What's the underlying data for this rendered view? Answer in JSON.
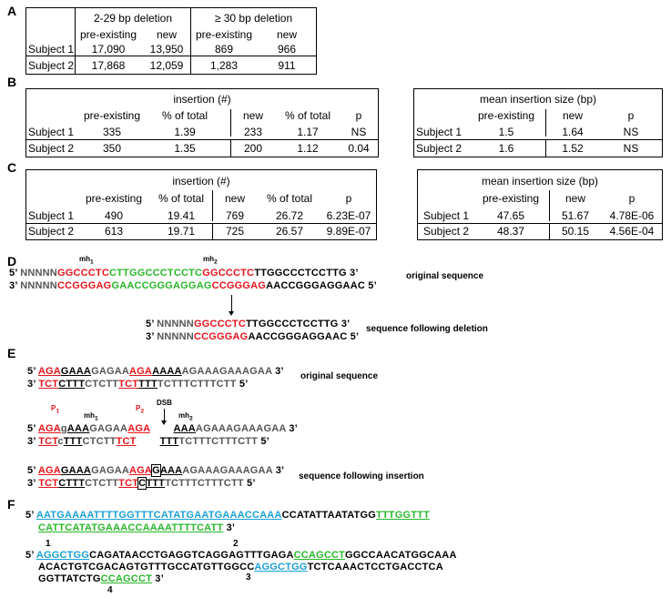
{
  "panels": {
    "A": "A",
    "B": "B",
    "C": "C",
    "D": "D",
    "E": "E",
    "F": "F"
  },
  "tableA": {
    "h1": "2-29 bp deletion",
    "h2": "≥ 30 bp deletion",
    "cols": [
      "pre-existing",
      "new",
      "pre-existing",
      "new"
    ],
    "rows": [
      {
        "label": "Subject 1",
        "v": [
          "17,090",
          "13,950",
          "869",
          "966"
        ]
      },
      {
        "label": "Subject 2",
        "v": [
          "17,868",
          "12,059",
          "1,283",
          "911"
        ]
      }
    ]
  },
  "tableB": {
    "title": "insertion (#)",
    "cols": [
      "pre-existing",
      "% of total",
      "new",
      "% of total",
      "p"
    ],
    "rows": [
      {
        "label": "Subject 1",
        "v": [
          "335",
          "1.39",
          "233",
          "1.17",
          "NS"
        ]
      },
      {
        "label": "Subject 2",
        "v": [
          "350",
          "1.35",
          "200",
          "1.12",
          "0.04"
        ]
      }
    ]
  },
  "tableB2": {
    "title": "mean insertion size (bp)",
    "cols": [
      "pre-existing",
      "new",
      "p"
    ],
    "rows": [
      {
        "label": "Subject 1",
        "v": [
          "1.5",
          "1.64",
          "NS"
        ]
      },
      {
        "label": "Subject 2",
        "v": [
          "1.6",
          "1.52",
          "NS"
        ]
      }
    ]
  },
  "tableC": {
    "title": "insertion (#)",
    "cols": [
      "pre-existing",
      "% of total",
      "new",
      "% of total",
      "p"
    ],
    "rows": [
      {
        "label": "Subject 1",
        "v": [
          "490",
          "19.41",
          "769",
          "26.72",
          "6.23E-07"
        ]
      },
      {
        "label": "Subject 2",
        "v": [
          "613",
          "19.71",
          "725",
          "26.57",
          "9.89E-07"
        ]
      }
    ]
  },
  "tableC2": {
    "title": "mean insertion size (bp)",
    "cols": [
      "pre-existing",
      "new",
      "p"
    ],
    "rows": [
      {
        "label": "Subject 1",
        "v": [
          "47.65",
          "51.67",
          "4.78E-06"
        ]
      },
      {
        "label": "Subject 2",
        "v": [
          "48.37",
          "50.15",
          "4.56E-04"
        ]
      }
    ]
  },
  "panelD": {
    "mh1": "mh",
    "mh1_sub": "1",
    "mh2": "mh",
    "mh2_sub": "2",
    "original": "original sequence",
    "following": "sequence following deletion",
    "p5": "5’",
    "p3": "3’"
  },
  "panelE": {
    "original": "original sequence",
    "following": "sequence following insertion",
    "dsb": "DSB",
    "p1": "P",
    "p1_sub": "1",
    "p2": "P",
    "p2_sub": "2",
    "mh": "mh",
    "mh1_sub": "1",
    "mh2_sub": "2"
  },
  "panelF": {
    "n1": "1",
    "n2": "2",
    "n3": "3",
    "n4": "4"
  }
}
